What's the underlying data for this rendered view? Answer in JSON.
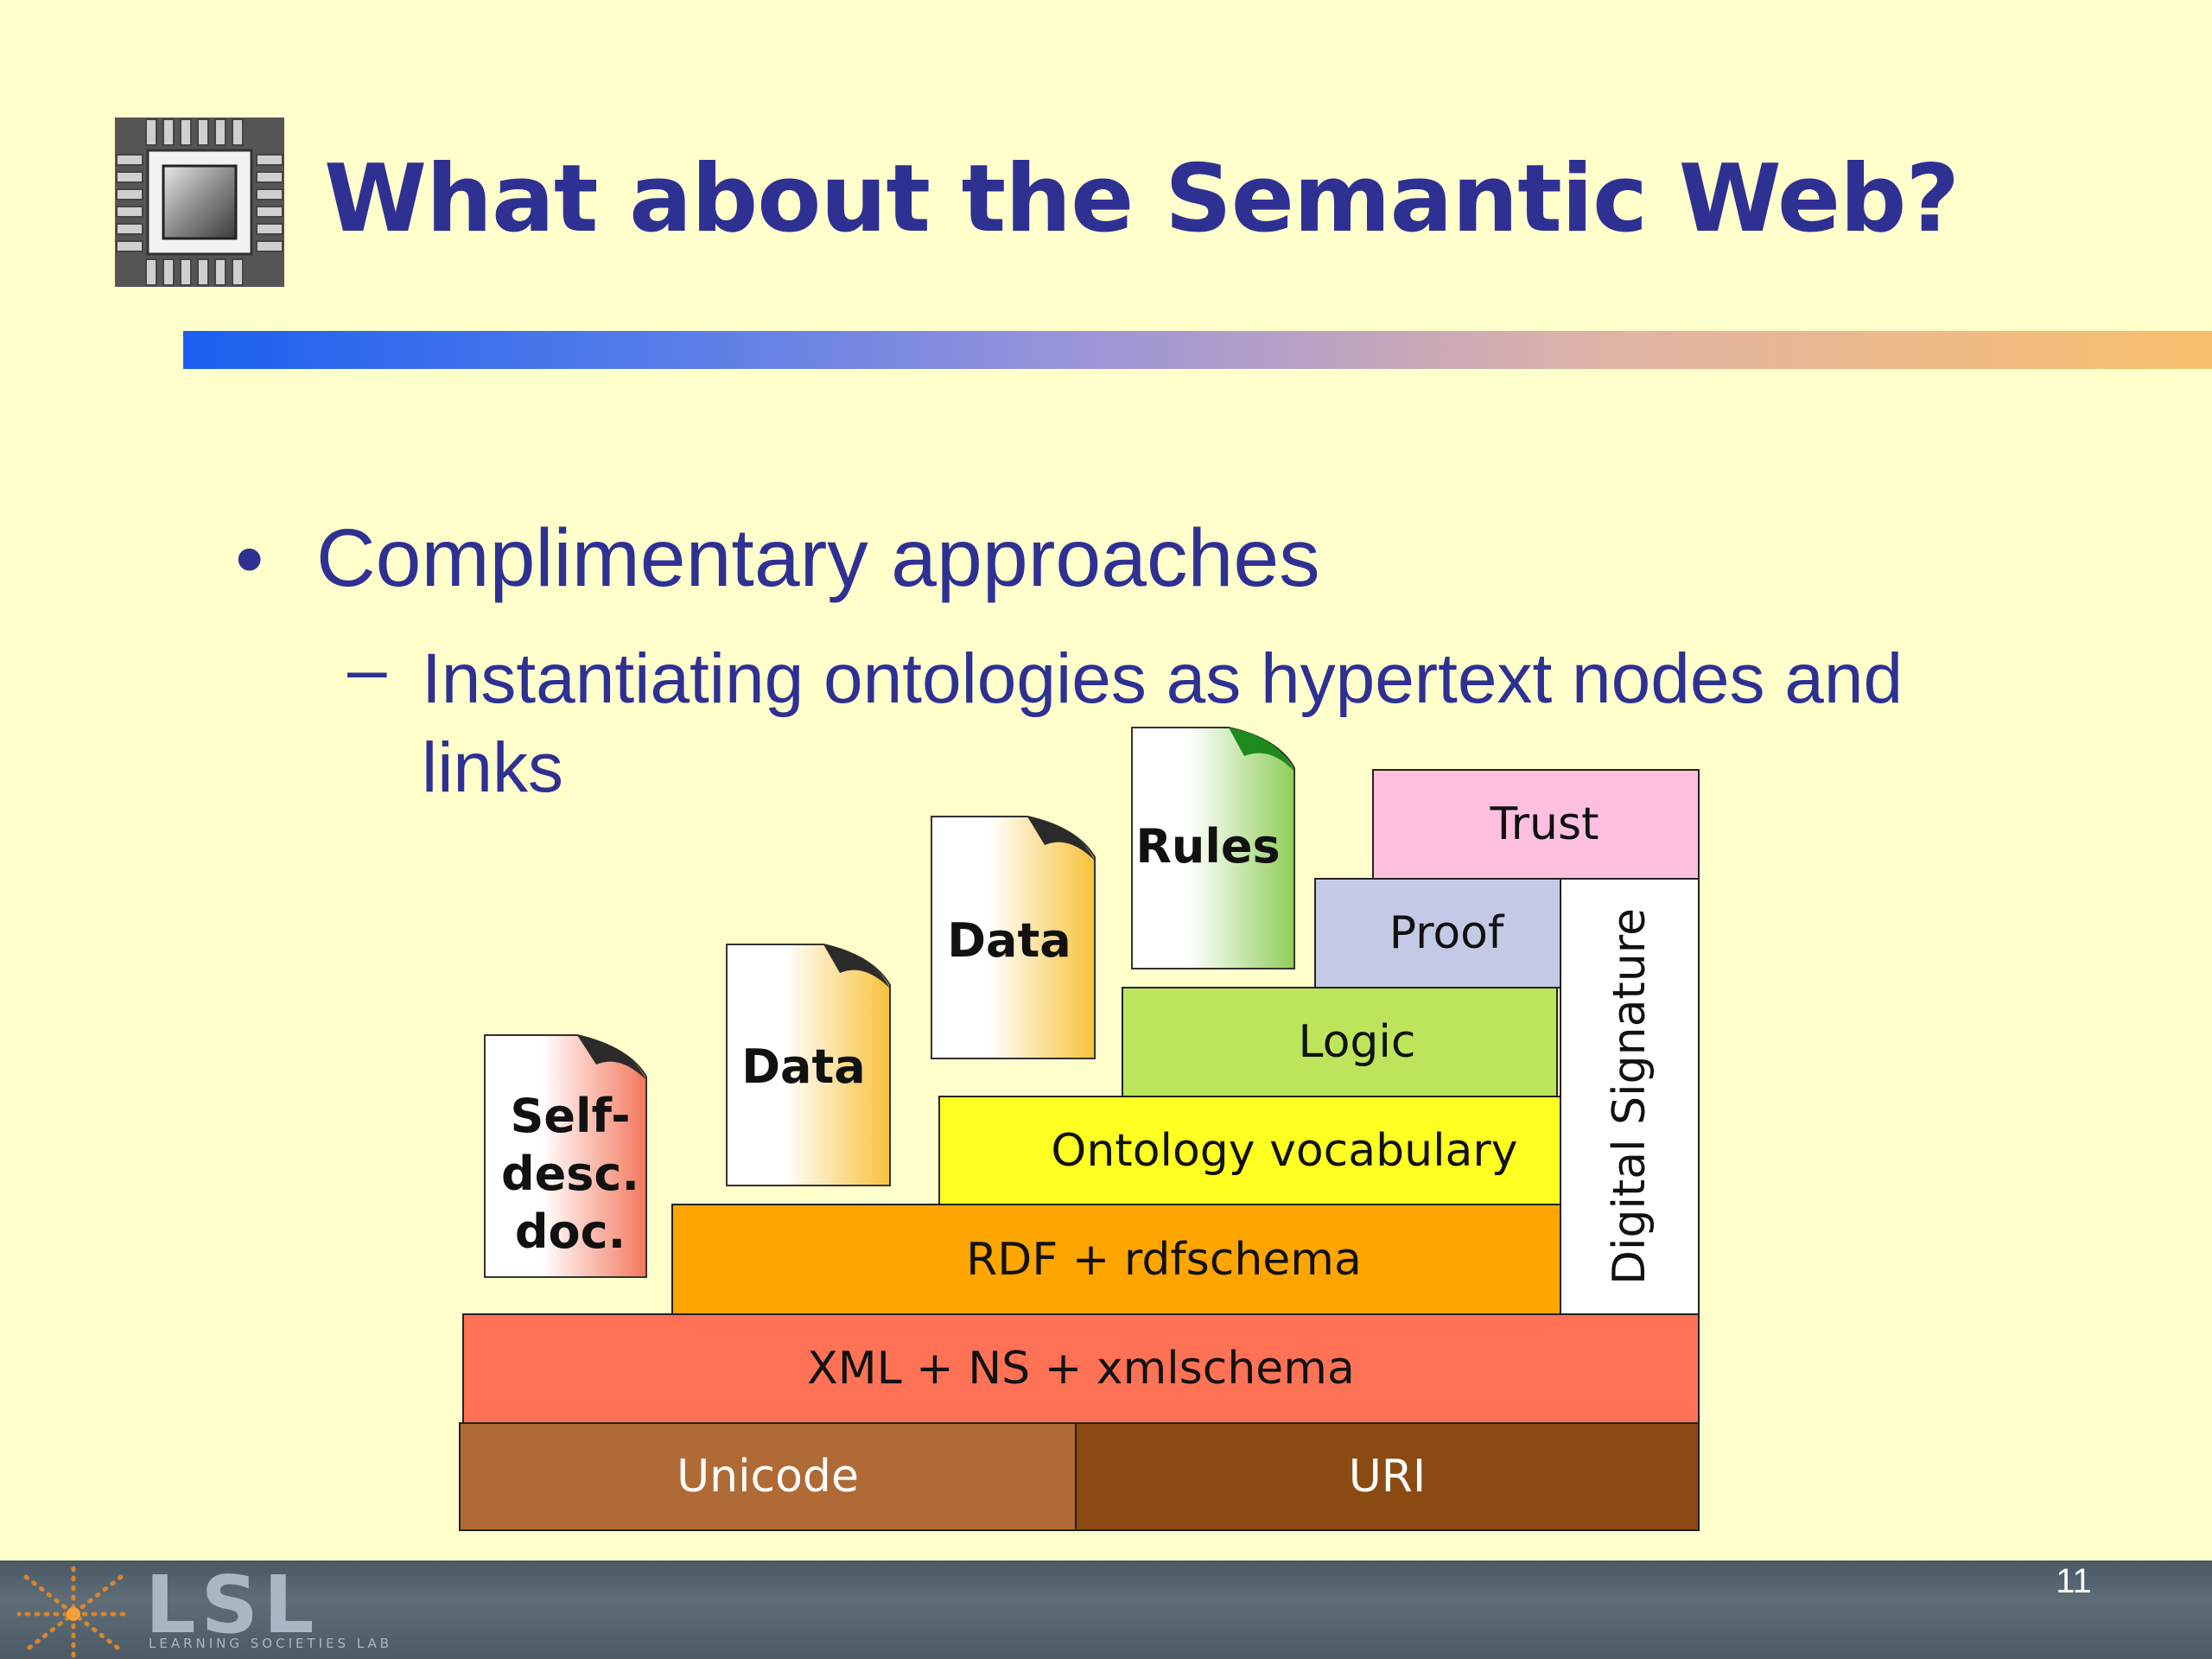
{
  "slide": {
    "title": "What about the Semantic Web?",
    "bullet": "Complimentary approaches",
    "subbullet": "Instantiating ontologies as hypertext nodes and links",
    "page_number": "11"
  },
  "diagram": {
    "layers": {
      "unicode": "Unicode",
      "uri": "URI",
      "xml": "XML + NS + xmlschema",
      "rdf": "RDF + rdfschema",
      "ontology": "Ontology vocabulary",
      "logic": "Logic",
      "proof": "Proof",
      "trust": "Trust",
      "digital_signature": "Digital Signature"
    },
    "documents": {
      "self_desc": [
        "Self-",
        "desc.",
        "doc."
      ],
      "data_1": "Data",
      "data_2": "Data",
      "rules": "Rules"
    },
    "colors": {
      "unicode": "#b06a36",
      "uri": "#8b4a12",
      "xml": "#ff7256",
      "rdf": "#ffa500",
      "ontology": "#ffff22",
      "logic": "#bce55c",
      "proof": "#c4cae6",
      "trust": "#ffc0e0",
      "digital_signature": "#ffffff"
    }
  },
  "footer": {
    "logo": "LSL",
    "logo_subtitle": "LEARNING SOCIETIES LAB"
  }
}
